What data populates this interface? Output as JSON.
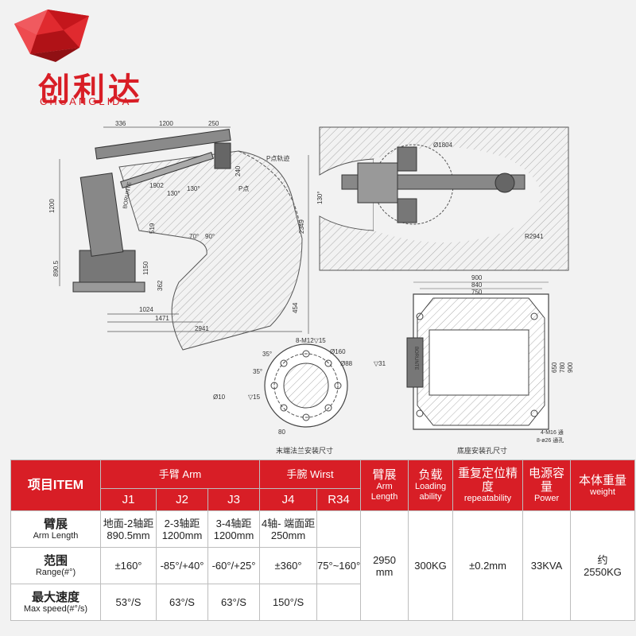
{
  "brand": {
    "name_cn": "创利达",
    "name_en": "CHUANGLIDA",
    "robot_label": "BORUNTE"
  },
  "colors": {
    "accent": "#d81e26",
    "line": "#555555",
    "hatch": "#888888"
  },
  "drawing": {
    "side_view_dims": [
      "336",
      "1200",
      "250",
      "1200",
      "890.5",
      "2349",
      "454",
      "1150",
      "362",
      "1024",
      "1471",
      "2941",
      "240",
      "130°",
      "90°",
      "70°",
      "1902",
      "130°",
      "519"
    ],
    "side_view_labels": [
      "P点轨迹",
      "P点"
    ],
    "top_view_dims": [
      "Ø1804",
      "130°",
      "R2941"
    ],
    "flange": {
      "dims": [
        "8-M12▽15",
        "Ø160",
        "Ø88",
        "▽31",
        "Ø10",
        "▽15",
        "35°",
        "35°",
        "80"
      ],
      "caption": "末端法兰安装尺寸"
    },
    "base": {
      "dims": [
        "900",
        "840",
        "750",
        "650",
        "780",
        "900",
        "4-M16 通",
        "8-ø26 通孔"
      ],
      "caption": "底座安装孔尺寸"
    }
  },
  "table": {
    "item_header": "项目ITEM",
    "arm_header": "手臂 Arm",
    "wrist_header": "手腕 Wirst",
    "joints": [
      "J1",
      "J2",
      "J3",
      "J4",
      "R34"
    ],
    "reach_header": {
      "cn": "臂展",
      "en1": "Arm",
      "en2": "Length"
    },
    "load_header": {
      "cn": "负载",
      "en1": "Loading",
      "en2": "ability"
    },
    "repeat_header": {
      "cn": "重复定位精度",
      "en": "repeatability"
    },
    "power_header": {
      "cn": "电源容量",
      "en": "Power"
    },
    "weight_header": {
      "cn": "本体重量",
      "en": "weight"
    },
    "rows": [
      {
        "cn": "臂展",
        "en": "Arm Length",
        "cells": [
          [
            "地面-2轴距",
            "890.5mm"
          ],
          [
            "2-3轴距",
            "1200mm"
          ],
          [
            "3-4轴距",
            "1200mm"
          ],
          [
            "4轴- 端面距",
            "250mm"
          ],
          [
            ""
          ]
        ]
      },
      {
        "cn": "范围",
        "en": "Range(#°)",
        "cells": [
          [
            "±160°"
          ],
          [
            "-85°/+40°"
          ],
          [
            "-60°/+25°"
          ],
          [
            "±360°"
          ],
          [
            "75°~160°"
          ]
        ]
      },
      {
        "cn": "最大速度",
        "en": "Max speed(#°/s)",
        "cells": [
          [
            "53°/S"
          ],
          [
            "63°/S"
          ],
          [
            "63°/S"
          ],
          [
            "150°/S"
          ],
          [
            ""
          ]
        ]
      }
    ],
    "reach_value": [
      "2950",
      "mm"
    ],
    "load_value": "300KG",
    "repeat_value": "±0.2mm",
    "power_value": "33KVA",
    "weight_value": [
      "约",
      "2550KG"
    ]
  }
}
